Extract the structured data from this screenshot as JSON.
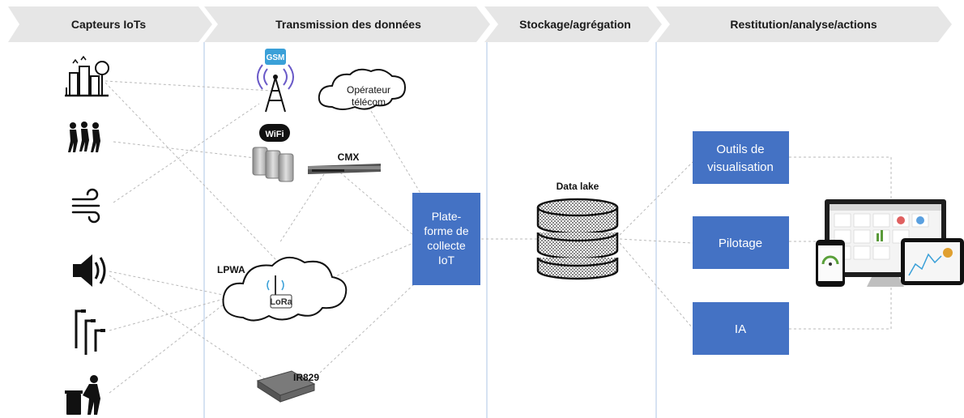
{
  "phases": [
    {
      "label": "Capteurs IoTs"
    },
    {
      "label": "Transmission des données"
    },
    {
      "label": "Stockage/agrégation"
    },
    {
      "label": "Restitution/analyse/actions"
    }
  ],
  "sensors": [
    {
      "icon": "smart-city-icon"
    },
    {
      "icon": "people-crowd-icon"
    },
    {
      "icon": "wind-icon"
    },
    {
      "icon": "speaker-icon"
    },
    {
      "icon": "street-light-icon"
    },
    {
      "icon": "trash-bin-icon"
    }
  ],
  "transmission": {
    "gsm_badge": "GSM",
    "operator_line1": "Opérateur",
    "operator_line2": "télécom",
    "wifi_badge": "WiFi",
    "cmx_label": "CMX",
    "lpwa_label": "LPWA",
    "lora_label": "LoRa",
    "router_label": "IR829"
  },
  "platform": {
    "lines": [
      "Plate-",
      "forme de",
      "collecte",
      "IoT"
    ]
  },
  "storage": {
    "label": "Data lake"
  },
  "outputs": {
    "visualisation_lines": [
      "Outils de",
      "visualisation"
    ],
    "pilotage": "Pilotage",
    "ia": "IA"
  },
  "colors": {
    "chevron": "#e6e6e6",
    "box_blue": "#4472c4",
    "divider": "#c9d9ee",
    "connector": "#b9b9b9"
  }
}
